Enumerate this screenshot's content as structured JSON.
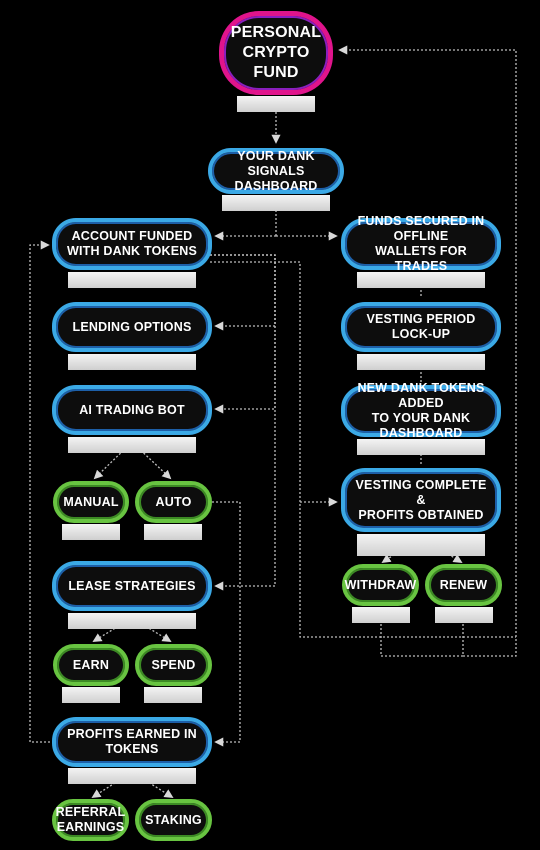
{
  "nodes": {
    "personal_fund": "PERSONAL\nCRYPTO FUND",
    "dashboard": "YOUR DANK\nSIGNALS DASHBOARD",
    "account_funded": "ACCOUNT FUNDED\nWITH DANK TOKENS",
    "lending": "LENDING OPTIONS",
    "ai_bot": "AI TRADING BOT",
    "manual": "MANUAL",
    "auto": "AUTO",
    "lease": "LEASE STRATEGIES",
    "earn": "EARN",
    "spend": "SPEND",
    "profits": "PROFITS EARNED IN TOKENS",
    "referral": "REFERRAL\nEARNINGS",
    "staking": "STAKING",
    "funds_secured": "FUNDS SECURED IN OFFLINE\nWALLETS FOR TRADES",
    "vesting_lock": "VESTING PERIOD LOCK-UP",
    "new_tokens": "NEW DANK TOKENS ADDED\nTO YOUR DANK DASHBOARD",
    "vesting_complete": "VESTING COMPLETE\n&\nPROFITS OBTAINED",
    "withdraw": "WITHDRAW",
    "renew": "RENEW"
  },
  "colors": {
    "blue_border": "#3ba9e6",
    "green_border": "#68c441",
    "pink_border": "#e0148c",
    "connector": "#cccccc",
    "background": "#000000"
  }
}
